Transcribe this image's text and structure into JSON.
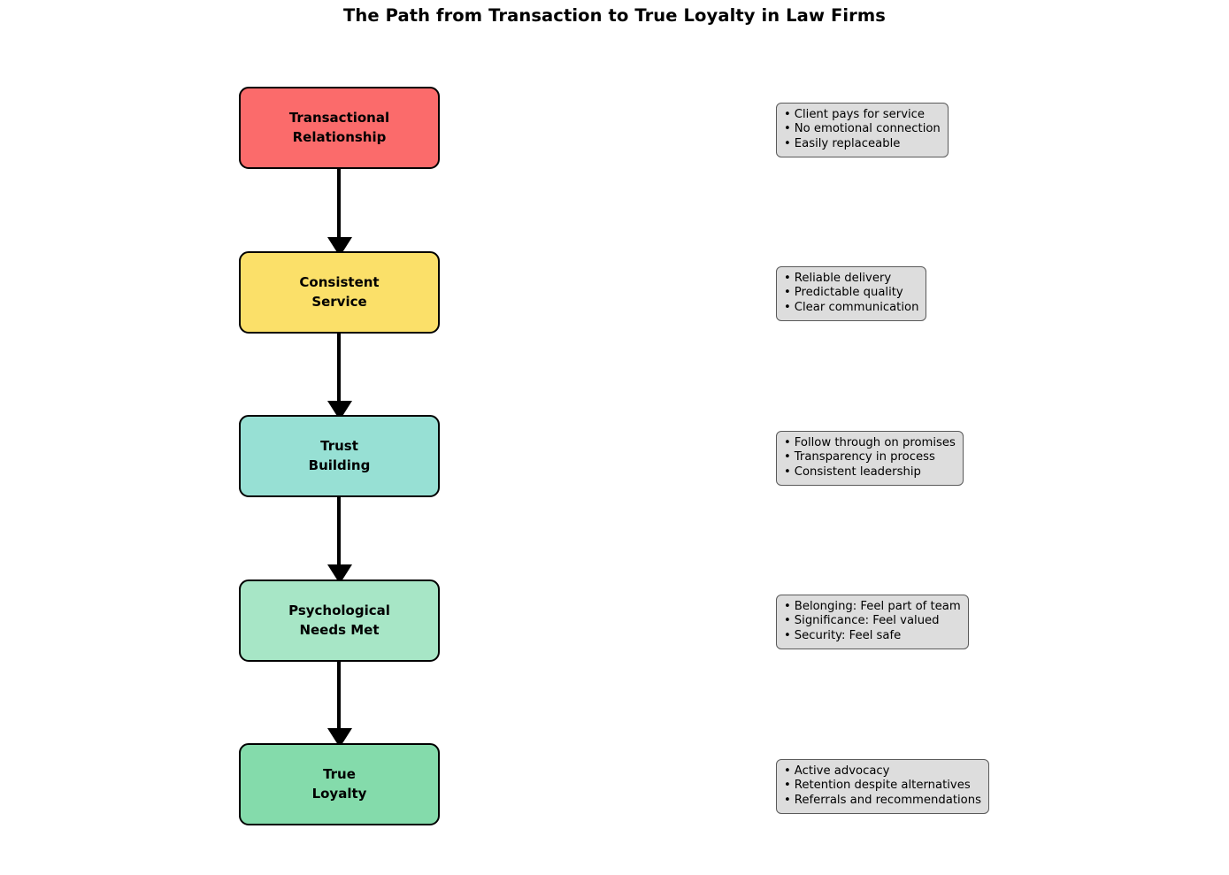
{
  "title": "The Path from Transaction to True Loyalty in Law Firms",
  "diagram": {
    "type": "vertical-flowchart",
    "stages": [
      {
        "id": "transactional-relationship",
        "label": "Transactional\nRelationship",
        "color": "#fb6b6b",
        "notes": [
          "Client pays for service",
          "No emotional connection",
          "Easily replaceable"
        ]
      },
      {
        "id": "consistent-service",
        "label": "Consistent\nService",
        "color": "#fbe069",
        "notes": [
          "Reliable delivery",
          "Predictable quality",
          "Clear communication"
        ]
      },
      {
        "id": "trust-building",
        "label": "Trust\nBuilding",
        "color": "#97e0d4",
        "notes": [
          "Follow through on promises",
          "Transparency in process",
          "Consistent leadership"
        ]
      },
      {
        "id": "psychological-needs-met",
        "label": "Psychological\nNeeds Met",
        "color": "#a7e6c6",
        "notes": [
          "Belonging: Feel part of team",
          "Significance: Feel valued",
          "Security: Feel safe"
        ]
      },
      {
        "id": "true-loyalty",
        "label": "True\nLoyalty",
        "color": "#84dbab",
        "notes": [
          "Active advocacy",
          "Retention despite alternatives",
          "Referrals and recommendations"
        ]
      }
    ],
    "bullet": "•",
    "arrow_count": 4
  }
}
